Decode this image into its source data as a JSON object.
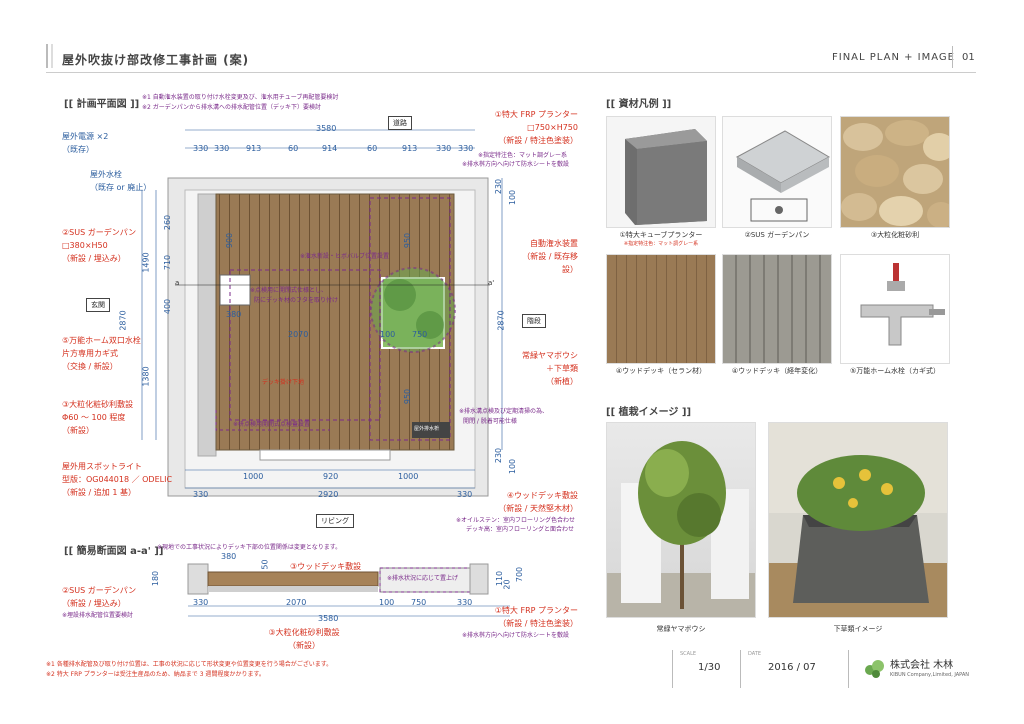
{
  "header": {
    "title": "屋外吹抜け部改修工事計画 (案)",
    "subtitle": "FINAL PLAN + IMAGE",
    "page_no": "01"
  },
  "plan": {
    "section_title": "[[ 計画平面図 ]]",
    "notes": [
      "※1 自動潅水装置の取り付け水栓変更及び、潅水用チューブ再配管要検討",
      "※2 ガーデンパンから排水溝への排水配管位置（デッキ下）要検討"
    ],
    "rooms": {
      "top": "道路",
      "left": "玄関",
      "right": "階段",
      "bottom": "リビング"
    },
    "callouts_left": [
      {
        "title": "屋外電源 ×2",
        "sub": "（既存）"
      },
      {
        "title": "屋外水栓",
        "sub": "（既存 or 廃止）"
      },
      {
        "title": "②SUS ガーデンパン",
        "sub": "□380×H50",
        "sub2": "（新設 / 埋込み）"
      },
      {
        "title": "⑤万能ホーム双口水栓",
        "sub": "片方専用カギ式",
        "sub2": "（交換 / 新設）"
      },
      {
        "title": "③大粒化粧砂利敷設",
        "sub": "Φ60 ～ 100 程度",
        "sub2": "（新設）"
      },
      {
        "title": "屋外用スポットライト",
        "sub": "型版：OG044018 ／ ODELIC",
        "sub2": "（新設 / 追加 1 基）"
      }
    ],
    "callouts_right": [
      {
        "title": "①特大 FRP プランター",
        "sub": "□750×H750",
        "sub2": "（新設 / 特注色塗装）",
        "n1": "※指定特注色：マット調グレー系",
        "n2": "※排水桝方向へ向けて防水シートを敷設"
      },
      {
        "title": "自動潅水装置",
        "sub": "（新設 / 既存移設）"
      },
      {
        "title": "常緑ヤマボウシ",
        "sub": "＋下草類",
        "sub2": "（新植）"
      },
      {
        "title": "④ウッドデッキ敷設",
        "sub": "（新設 / 天然堅木材）",
        "n1": "※オイルステン：室内フローリング色合わせ",
        "n2": "デッキ高：室内フローリングと面合わせ"
      }
    ],
    "inner_notes": {
      "drip": "※潅水新設・ヒボバルブ位置設置",
      "inspect1": "※点検用に開閉式仕様とし、",
      "inspect2": "防にデッキ材のフタを取り付け",
      "center": "デッキ掛け下地",
      "maint": "※枡点検用開閉式点検蓋設置",
      "drain1": "※排水溝点検及び定期清掃の為、",
      "drain2": "開閉 / 脱着可能仕様",
      "drainbox": "屋外排水枡"
    },
    "dims_top": [
      "3580",
      "330",
      "330",
      "913",
      "60",
      "914",
      "60",
      "913",
      "330",
      "330"
    ],
    "dims_bottom": [
      "1000",
      "920",
      "1000",
      "330",
      "2920",
      "330"
    ],
    "dims_left": [
      "260",
      "1490",
      "710",
      "400",
      "2870",
      "1380",
      "900"
    ],
    "dims_right": [
      "230",
      "100",
      "2870",
      "230",
      "100"
    ],
    "dims_inner": [
      "380",
      "2070",
      "100",
      "750",
      "950",
      "950",
      "380"
    ],
    "markers": {
      "a": "a",
      "a2": "a'"
    }
  },
  "section": {
    "title": "[[ 簡易断面図 a-a' ]]",
    "note": "※現地での工事状況によりデッキ下部の位置関係は変更となります。",
    "left_callout": {
      "title": "②SUS ガーデンパン",
      "sub": "（新設 / 埋込み）",
      "note": "※埋設排水配管位置要検討"
    },
    "deck_label": "③ウッドデッキ敷設",
    "gravel_label": "③大粒化粧砂利敷設",
    "gravel_sub": "（新設）",
    "drain_note": "※排水状況に応じて置上げ",
    "right_callout": {
      "title": "①特大 FRP プランター",
      "sub": "（新設 / 特注色塗装）",
      "note": "※排水桝方向へ向けて防水シートを敷設"
    },
    "dims": [
      "380",
      "50",
      "180",
      "330",
      "2070",
      "100",
      "750",
      "330",
      "3580",
      "110",
      "20",
      "700"
    ]
  },
  "materials": {
    "title": "[[ 資材凡例 ]]",
    "items": [
      {
        "caption": "①特大キューブプランター",
        "sub": "※指定特注色：マット調グレー系"
      },
      {
        "caption": "②SUS ガーデンパン",
        "sub": ""
      },
      {
        "caption": "③大粒化粧砂利",
        "sub": ""
      },
      {
        "caption": "④ウッドデッキ（セラン材）",
        "sub": ""
      },
      {
        "caption": "④ウッドデッキ（経年変化）",
        "sub": ""
      },
      {
        "caption": "⑤万能ホーム水栓（カギ式）",
        "sub": ""
      }
    ]
  },
  "planting": {
    "title": "[[ 植栽イメージ ]]",
    "items": [
      {
        "caption": "常緑ヤマボウシ"
      },
      {
        "caption": "下草類イメージ"
      }
    ]
  },
  "footer": {
    "notes": [
      "※1 各種排水配管及び取り付け位置は、工事の状況に応じて形状変更や位置変更を行う場合がございます。",
      "※2 特大 FRP プランターは受注生産品のため、納品まで 3 週間程度かかります。"
    ],
    "scale_label": "SCALE",
    "scale": "1/30",
    "date_label": "DATE",
    "date": "2016 / 07",
    "company": "株式会社  木林",
    "company_en": "KIBUN Company,Limited, JAPAN"
  },
  "colors": {
    "red": "#d4301e",
    "blue": "#2b5d9e",
    "purple": "#7a2a8a",
    "green": "#6aa84f"
  }
}
